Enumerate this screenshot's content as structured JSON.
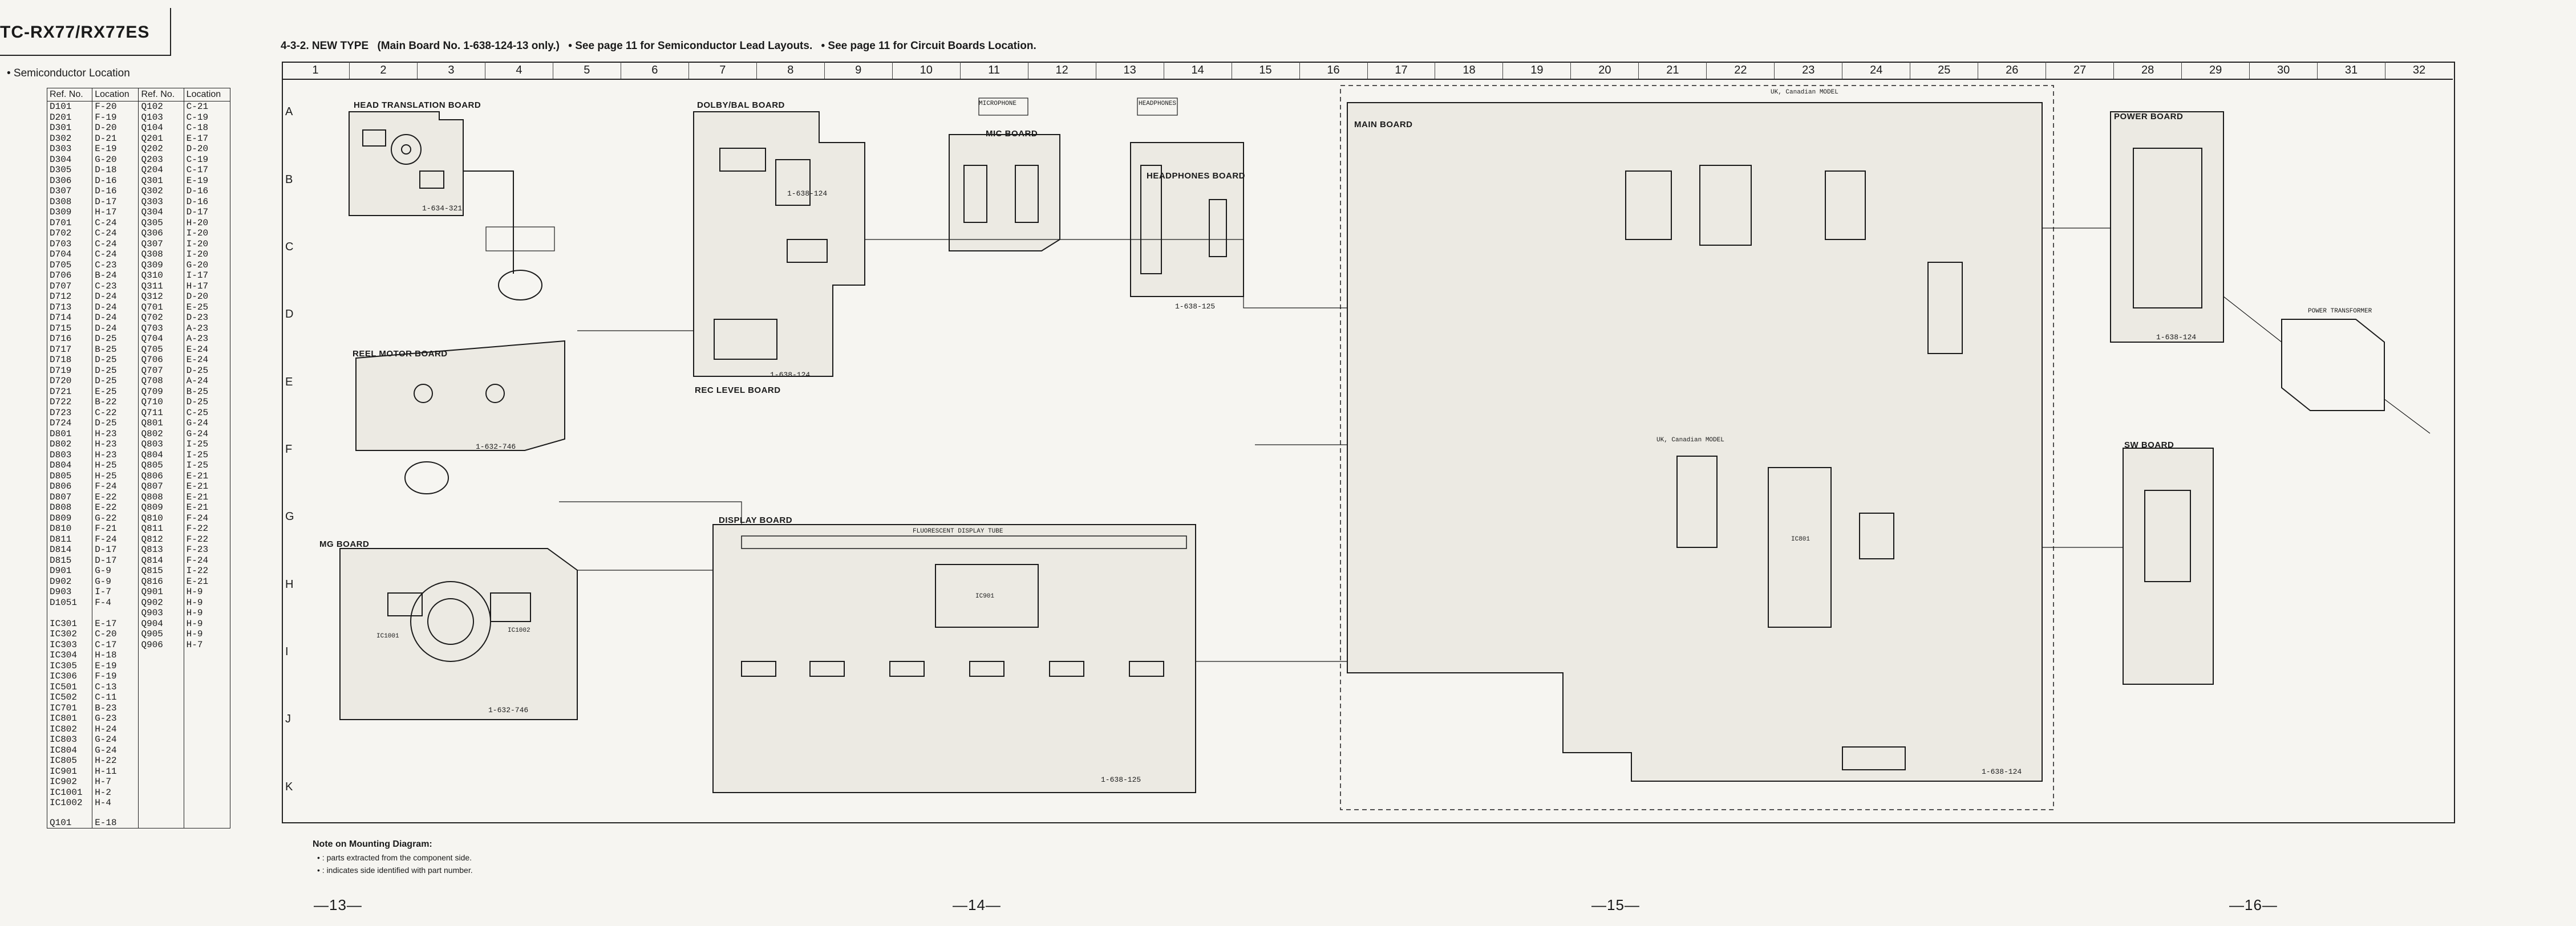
{
  "model": "TC-RX77/RX77ES",
  "heading": {
    "section": "4-3-2. NEW TYPE",
    "main_board": "(Main Board No. 1-638-124-13 only.)",
    "note1": "• See page 11 for Semiconductor Lead Layouts.",
    "note2": "• See page 11 for Circuit Boards Location."
  },
  "semiconductor": {
    "title": "• Semiconductor Location",
    "headers": [
      "Ref. No.",
      "Location",
      "Ref. No.",
      "Location"
    ],
    "left": [
      [
        "D101",
        "F-20"
      ],
      [
        "D201",
        "F-19"
      ],
      [
        "D301",
        "D-20"
      ],
      [
        "D302",
        "D-21"
      ],
      [
        "D303",
        "E-19"
      ],
      [
        "D304",
        "G-20"
      ],
      [
        "D305",
        "D-18"
      ],
      [
        "D306",
        "D-16"
      ],
      [
        "D307",
        "D-16"
      ],
      [
        "D308",
        "D-17"
      ],
      [
        "D309",
        "H-17"
      ],
      [
        "D701",
        "C-24"
      ],
      [
        "D702",
        "C-24"
      ],
      [
        "D703",
        "C-24"
      ],
      [
        "D704",
        "C-24"
      ],
      [
        "D705",
        "C-23"
      ],
      [
        "D706",
        "B-24"
      ],
      [
        "D707",
        "C-23"
      ],
      [
        "D712",
        "D-24"
      ],
      [
        "D713",
        "D-24"
      ],
      [
        "D714",
        "D-24"
      ],
      [
        "D715",
        "D-24"
      ],
      [
        "D716",
        "D-25"
      ],
      [
        "D717",
        "B-25"
      ],
      [
        "D718",
        "D-25"
      ],
      [
        "D719",
        "D-25"
      ],
      [
        "D720",
        "D-25"
      ],
      [
        "D721",
        "E-25"
      ],
      [
        "D722",
        "B-22"
      ],
      [
        "D723",
        "C-22"
      ],
      [
        "D724",
        "D-25"
      ],
      [
        "D801",
        "H-23"
      ],
      [
        "D802",
        "H-23"
      ],
      [
        "D803",
        "H-23"
      ],
      [
        "D804",
        "H-25"
      ],
      [
        "D805",
        "H-25"
      ],
      [
        "D806",
        "F-24"
      ],
      [
        "D807",
        "E-22"
      ],
      [
        "D808",
        "E-22"
      ],
      [
        "D809",
        "G-22"
      ],
      [
        "D810",
        "F-21"
      ],
      [
        "D811",
        "F-24"
      ],
      [
        "D814",
        "D-17"
      ],
      [
        "D815",
        "D-17"
      ],
      [
        "D901",
        "G-9"
      ],
      [
        "D902",
        "G-9"
      ],
      [
        "D903",
        "I-7"
      ],
      [
        "D1051",
        "F-4"
      ],
      [
        "",
        ""
      ],
      [
        "IC301",
        "E-17"
      ],
      [
        "IC302",
        "C-20"
      ],
      [
        "IC303",
        "C-17"
      ],
      [
        "IC304",
        "H-18"
      ],
      [
        "IC305",
        "E-19"
      ],
      [
        "IC306",
        "F-19"
      ],
      [
        "IC501",
        "C-13"
      ],
      [
        "IC502",
        "C-11"
      ],
      [
        "IC701",
        "B-23"
      ],
      [
        "IC801",
        "G-23"
      ],
      [
        "IC802",
        "H-24"
      ],
      [
        "IC803",
        "G-24"
      ],
      [
        "IC804",
        "G-24"
      ],
      [
        "IC805",
        "H-22"
      ],
      [
        "IC901",
        "H-11"
      ],
      [
        "IC902",
        "H-7"
      ],
      [
        "IC1001",
        "H-2"
      ],
      [
        "IC1002",
        "H-4"
      ],
      [
        "",
        ""
      ],
      [
        "Q101",
        "E-18"
      ]
    ],
    "right": [
      [
        "Q102",
        "C-21"
      ],
      [
        "Q103",
        "C-19"
      ],
      [
        "Q104",
        "C-18"
      ],
      [
        "Q201",
        "E-17"
      ],
      [
        "Q202",
        "D-20"
      ],
      [
        "Q203",
        "C-19"
      ],
      [
        "Q204",
        "C-17"
      ],
      [
        "Q301",
        "E-19"
      ],
      [
        "Q302",
        "D-16"
      ],
      [
        "Q303",
        "D-16"
      ],
      [
        "Q304",
        "D-17"
      ],
      [
        "Q305",
        "H-20"
      ],
      [
        "Q306",
        "I-20"
      ],
      [
        "Q307",
        "I-20"
      ],
      [
        "Q308",
        "I-20"
      ],
      [
        "Q309",
        "G-20"
      ],
      [
        "Q310",
        "I-17"
      ],
      [
        "Q311",
        "H-17"
      ],
      [
        "Q312",
        "D-20"
      ],
      [
        "Q701",
        "E-25"
      ],
      [
        "Q702",
        "D-23"
      ],
      [
        "Q703",
        "A-23"
      ],
      [
        "Q704",
        "A-23"
      ],
      [
        "Q705",
        "E-24"
      ],
      [
        "Q706",
        "E-24"
      ],
      [
        "Q707",
        "D-25"
      ],
      [
        "Q708",
        "A-24"
      ],
      [
        "Q709",
        "B-25"
      ],
      [
        "Q710",
        "D-25"
      ],
      [
        "Q711",
        "C-25"
      ],
      [
        "Q801",
        "G-24"
      ],
      [
        "Q802",
        "G-24"
      ],
      [
        "Q803",
        "I-25"
      ],
      [
        "Q804",
        "I-25"
      ],
      [
        "Q805",
        "I-25"
      ],
      [
        "Q806",
        "E-21"
      ],
      [
        "Q807",
        "E-21"
      ],
      [
        "Q808",
        "E-21"
      ],
      [
        "Q809",
        "E-21"
      ],
      [
        "Q810",
        "F-24"
      ],
      [
        "Q811",
        "F-22"
      ],
      [
        "Q812",
        "F-22"
      ],
      [
        "Q813",
        "F-23"
      ],
      [
        "Q814",
        "F-24"
      ],
      [
        "Q815",
        "I-22"
      ],
      [
        "Q816",
        "E-21"
      ],
      [
        "Q901",
        "H-9"
      ],
      [
        "Q902",
        "H-9"
      ],
      [
        "Q903",
        "H-9"
      ],
      [
        "Q904",
        "H-9"
      ],
      [
        "Q905",
        "H-9"
      ],
      [
        "Q906",
        "H-7"
      ]
    ]
  },
  "columns": [
    "1",
    "2",
    "3",
    "4",
    "5",
    "6",
    "7",
    "8",
    "9",
    "10",
    "11",
    "12",
    "13",
    "14",
    "15",
    "16",
    "17",
    "18",
    "19",
    "20",
    "21",
    "22",
    "23",
    "24",
    "25",
    "26",
    "27",
    "28",
    "29",
    "30",
    "31",
    "32"
  ],
  "rows": [
    "A",
    "B",
    "C",
    "D",
    "E",
    "F",
    "G",
    "H",
    "I",
    "J",
    "K"
  ],
  "boards": {
    "head_translation": "HEAD TRANSLATION BOARD",
    "dolby_bal": "DOLBY/BAL BOARD",
    "mic": "MIC BOARD",
    "headphones": "HEADPHONES BOARD",
    "main": "MAIN BOARD",
    "power": "POWER BOARD",
    "reel_motor": "REEL MOTOR BOARD",
    "rec_level": "REC LEVEL BOARD",
    "mg": "MG BOARD",
    "display": "DISPLAY BOARD",
    "sw": "SW BOARD"
  },
  "part_numbers": {
    "head_translation": "1-634-321",
    "dolby": "1-638-124",
    "rec_level": "1-638-124",
    "headphones": "1-638-125",
    "reel_motor": "1-632-746",
    "mg": "1-632-746",
    "display": "1-638-125",
    "main": "1-638-124",
    "power": "1-638-124"
  },
  "annotations": {
    "microphone": "MICROPHONE",
    "headphones": "HEADPHONES",
    "uk_canadian_model": "UK, Canadian MODEL",
    "uk_canadian_model_short": "UK, Canadian MODEL",
    "power_transformer": "POWER TRANSFORMER",
    "fluorescent_display": "FLUORESCENT DISPLAY TUBE",
    "ic801": "IC801",
    "ic901": "IC901",
    "ic1001": "IC1001",
    "ic1002": "IC1002"
  },
  "notes": {
    "title": "Note on Mounting Diagram:",
    "line1": "• : parts extracted from the component side.",
    "line2": "• : indicates side identified with part number."
  },
  "page_numbers": [
    "—13—",
    "—14—",
    "—15—",
    "—16—"
  ],
  "colors": {
    "ink": "#1a1a1a",
    "paper": "#f6f5f1",
    "board_fill": "#e8e6df"
  }
}
